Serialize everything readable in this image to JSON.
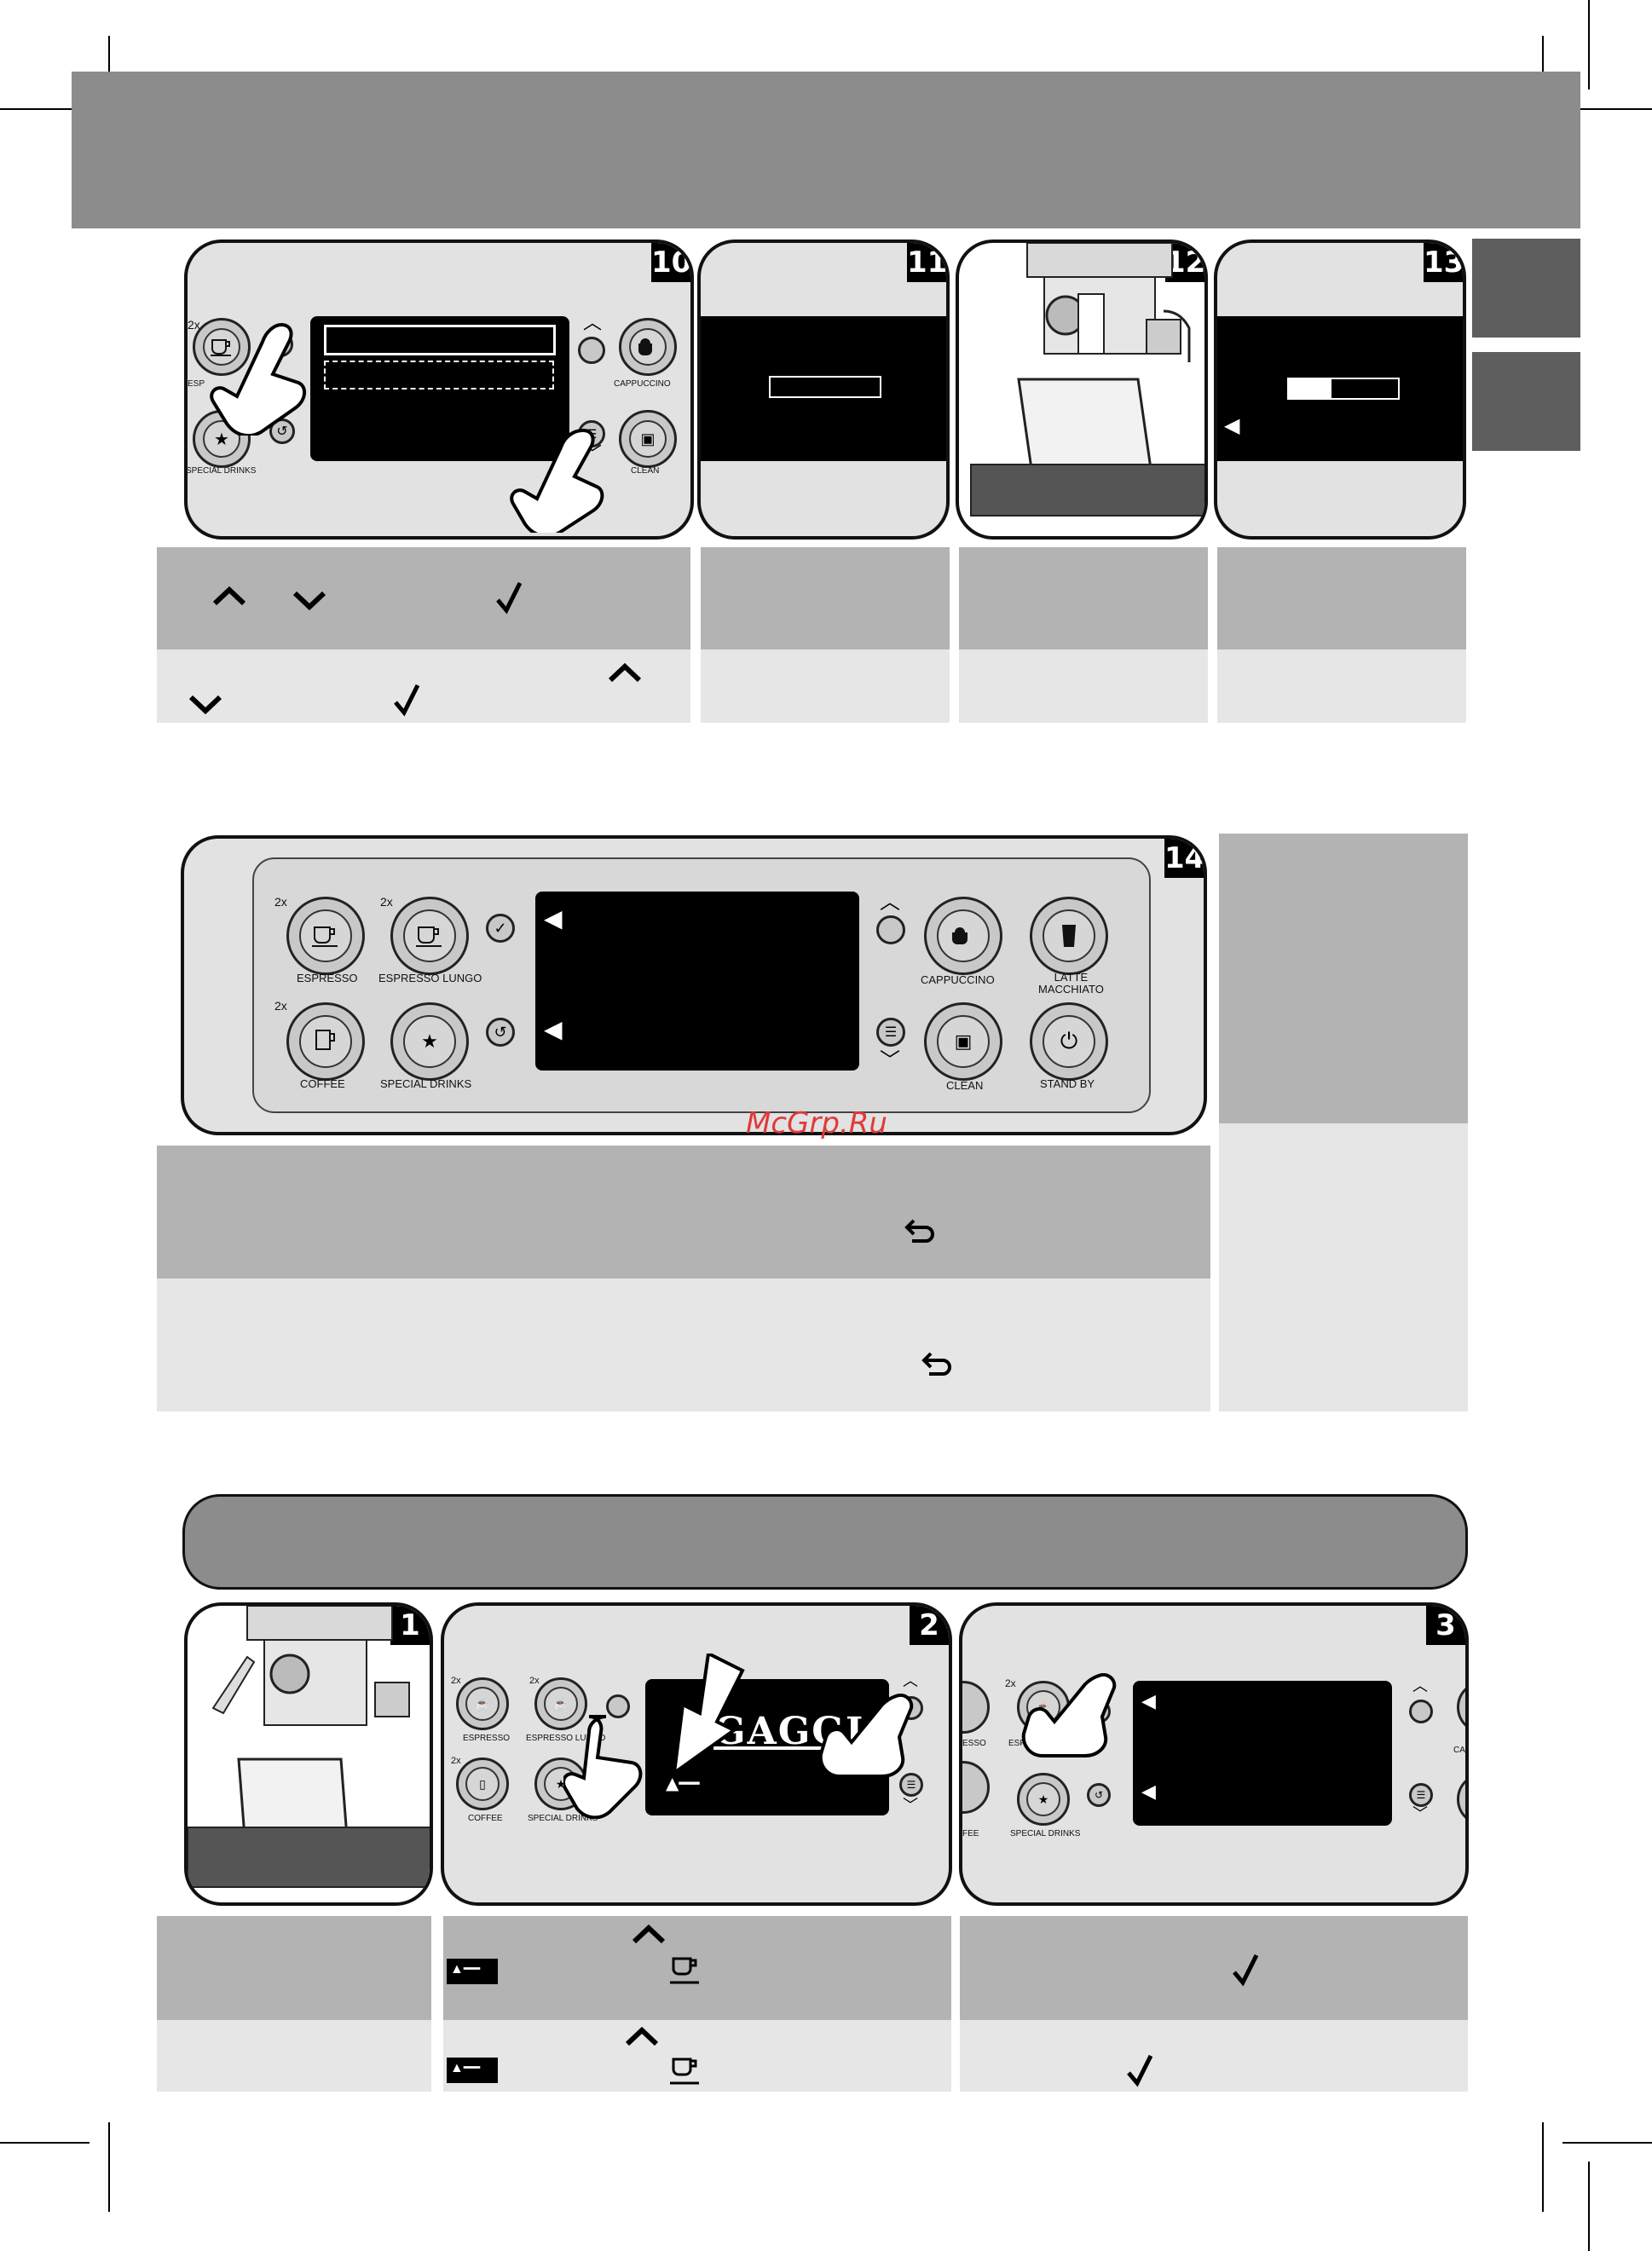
{
  "steps": {
    "s10": "10",
    "s11": "11",
    "s12": "12",
    "s13": "13",
    "s14": "14",
    "s1": "1",
    "s2": "2",
    "s3": "3"
  },
  "panel10": {
    "x2_a": "2x",
    "espresso_partial": "ESP",
    "cappuccino": "CAPPUCCINO",
    "special_drinks": "SPECIAL DRINKS",
    "clean": "CLEAN"
  },
  "panel14": {
    "x2_espresso": "2x",
    "x2_lungo": "2x",
    "x2_coffee": "2x",
    "espresso": "ESPRESSO",
    "espresso_lungo": "ESPRESSO LUNGO",
    "coffee": "COFFEE",
    "special_drinks": "SPECIAL DRINKS",
    "cappuccino": "CAPPUCCINO",
    "latte_macchiato": "LATTE\nMACCHIATO",
    "clean": "CLEAN",
    "stand_by": "STAND BY"
  },
  "panel2": {
    "x2_espresso": "2x",
    "x2_lungo": "2x",
    "x2_coffee": "2x",
    "espresso": "ESPRESSO",
    "espresso_lungo": "ESPRESSO LUNGO",
    "coffee": "COFFEE",
    "special_drinks": "SPECIAL DRINKS",
    "brand": "GAGGIA"
  },
  "panel3": {
    "x2": "2x",
    "esp_partial": "ESP",
    "esso_partial": "ESSO",
    "fee_partial": "FEE",
    "special_drinks": "SPECIAL DRINKS",
    "ca_partial": "CA"
  },
  "watermark": "McGrp.Ru",
  "icons": {
    "up": "chevron-up-icon",
    "down": "chevron-down-icon",
    "check": "check-icon",
    "back": "back-arrow-icon",
    "cup": "cup-icon"
  }
}
